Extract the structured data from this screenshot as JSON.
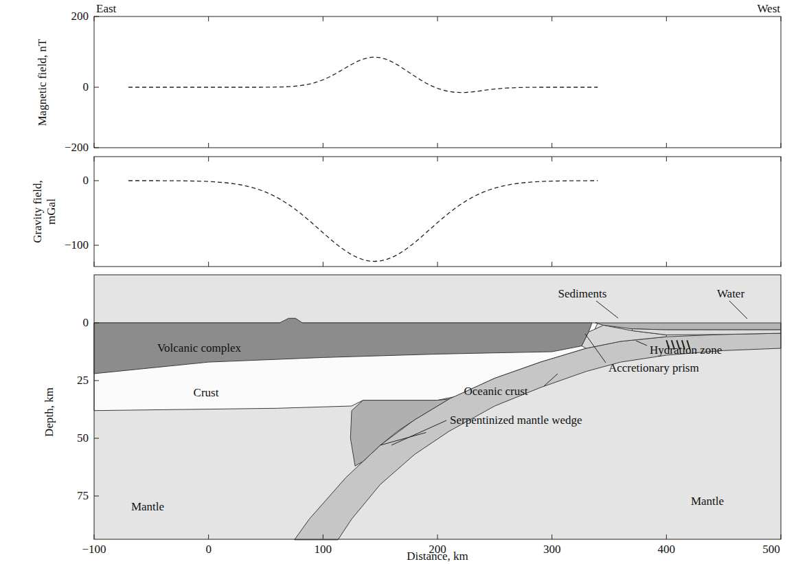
{
  "diagram": {
    "labels": [
      "East",
      "West",
      "Magnetic field, nT",
      "200",
      "0",
      "−200",
      "Gravity field, mGal",
      "0",
      "−100",
      "Depth, km",
      "0",
      "25",
      "50",
      "75",
      "−100",
      "0",
      "100",
      "200",
      "300",
      "400",
      "500",
      "Distance, km",
      "Volcanic complex",
      "Crust",
      "Mantle",
      "Mantle",
      "Sediments",
      "Water",
      "Hydration zone",
      "Accretionary prism",
      "Oceanic crust",
      "Serpentinized mantle wedge"
    ]
  }
}
